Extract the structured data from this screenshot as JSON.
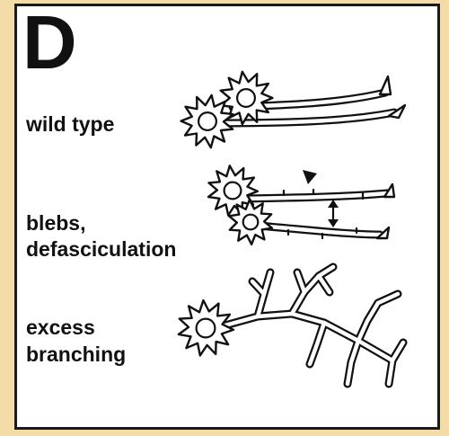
{
  "panel": {
    "letter": "D",
    "rows": [
      {
        "lines": [
          "wild type"
        ]
      },
      {
        "lines": [
          "blebs,",
          "defasciculation"
        ]
      },
      {
        "lines": [
          "excess",
          "branching"
        ]
      }
    ]
  },
  "colors": {
    "page_background": "#f3dca7",
    "panel_background": "#ffffff",
    "ink": "#111111"
  }
}
